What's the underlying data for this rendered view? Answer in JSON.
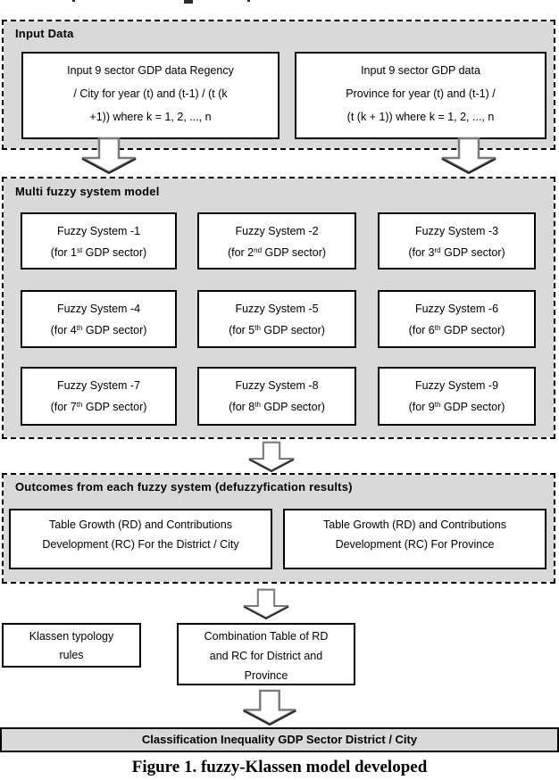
{
  "colors": {
    "section_bg": "#d9d9d9",
    "box_bg": "#ffffff",
    "line": "#000000",
    "arrow_outline": "#7a7a7a",
    "arrow_accent": "#222222"
  },
  "input": {
    "title": "Input Data",
    "regency_lines": [
      "Input 9 sector GDP data Regency",
      "/ City for year (t) and (t-1) / (t (k",
      "+1)) where k = 1, 2, ..., n"
    ],
    "province_lines": [
      "Input 9 sector GDP data",
      "Province for year (t) and (t-1) /",
      "(t (k + 1)) where k = 1, 2, ..., n"
    ]
  },
  "multi": {
    "title": "Multi fuzzy system model",
    "systems": [
      {
        "title": "Fuzzy System -1",
        "sector_prefix": "(for 1",
        "sector_ordinal": "st",
        "sector_suffix": " GDP sector)"
      },
      {
        "title": "Fuzzy System -2",
        "sector_prefix": "(for 2",
        "sector_ordinal": "nd",
        "sector_suffix": " GDP sector)"
      },
      {
        "title": "Fuzzy System -3",
        "sector_prefix": "(for 3",
        "sector_ordinal": "rd",
        "sector_suffix": " GDP sector)"
      },
      {
        "title": "Fuzzy System -4",
        "sector_prefix": "(for 4",
        "sector_ordinal": "th",
        "sector_suffix": " GDP sector)"
      },
      {
        "title": "Fuzzy System -5",
        "sector_prefix": "(for 5",
        "sector_ordinal": "th",
        "sector_suffix": " GDP sector)"
      },
      {
        "title": "Fuzzy System -6",
        "sector_prefix": "(for 6",
        "sector_ordinal": "th",
        "sector_suffix": " GDP sector)"
      },
      {
        "title": "Fuzzy System -7",
        "sector_prefix": "(for 7",
        "sector_ordinal": "th",
        "sector_suffix": " GDP sector)"
      },
      {
        "title": "Fuzzy System -8",
        "sector_prefix": "(for 8",
        "sector_ordinal": "th",
        "sector_suffix": " GDP sector)"
      },
      {
        "title": "Fuzzy System -9",
        "sector_prefix": "(for 9",
        "sector_ordinal": "th",
        "sector_suffix": " GDP sector)"
      }
    ]
  },
  "outcomes": {
    "title": "Outcomes from each fuzzy system (defuzzyfication results)",
    "district_lines": [
      "Table Growth (RD) and Contributions",
      "Development (RC) For the District / City"
    ],
    "province_lines": [
      "Table Growth (RD) and Contributions",
      "Development (RC) For Province"
    ]
  },
  "decision": {
    "klassen_lines": [
      "Klassen typology",
      "rules"
    ],
    "combination_lines": [
      "Combination Table of RD",
      "and RC for District and",
      "Province"
    ]
  },
  "result": {
    "label": "Classification Inequality GDP Sector District / City"
  },
  "caption": "Figure 1. fuzzy-Klassen model developed"
}
